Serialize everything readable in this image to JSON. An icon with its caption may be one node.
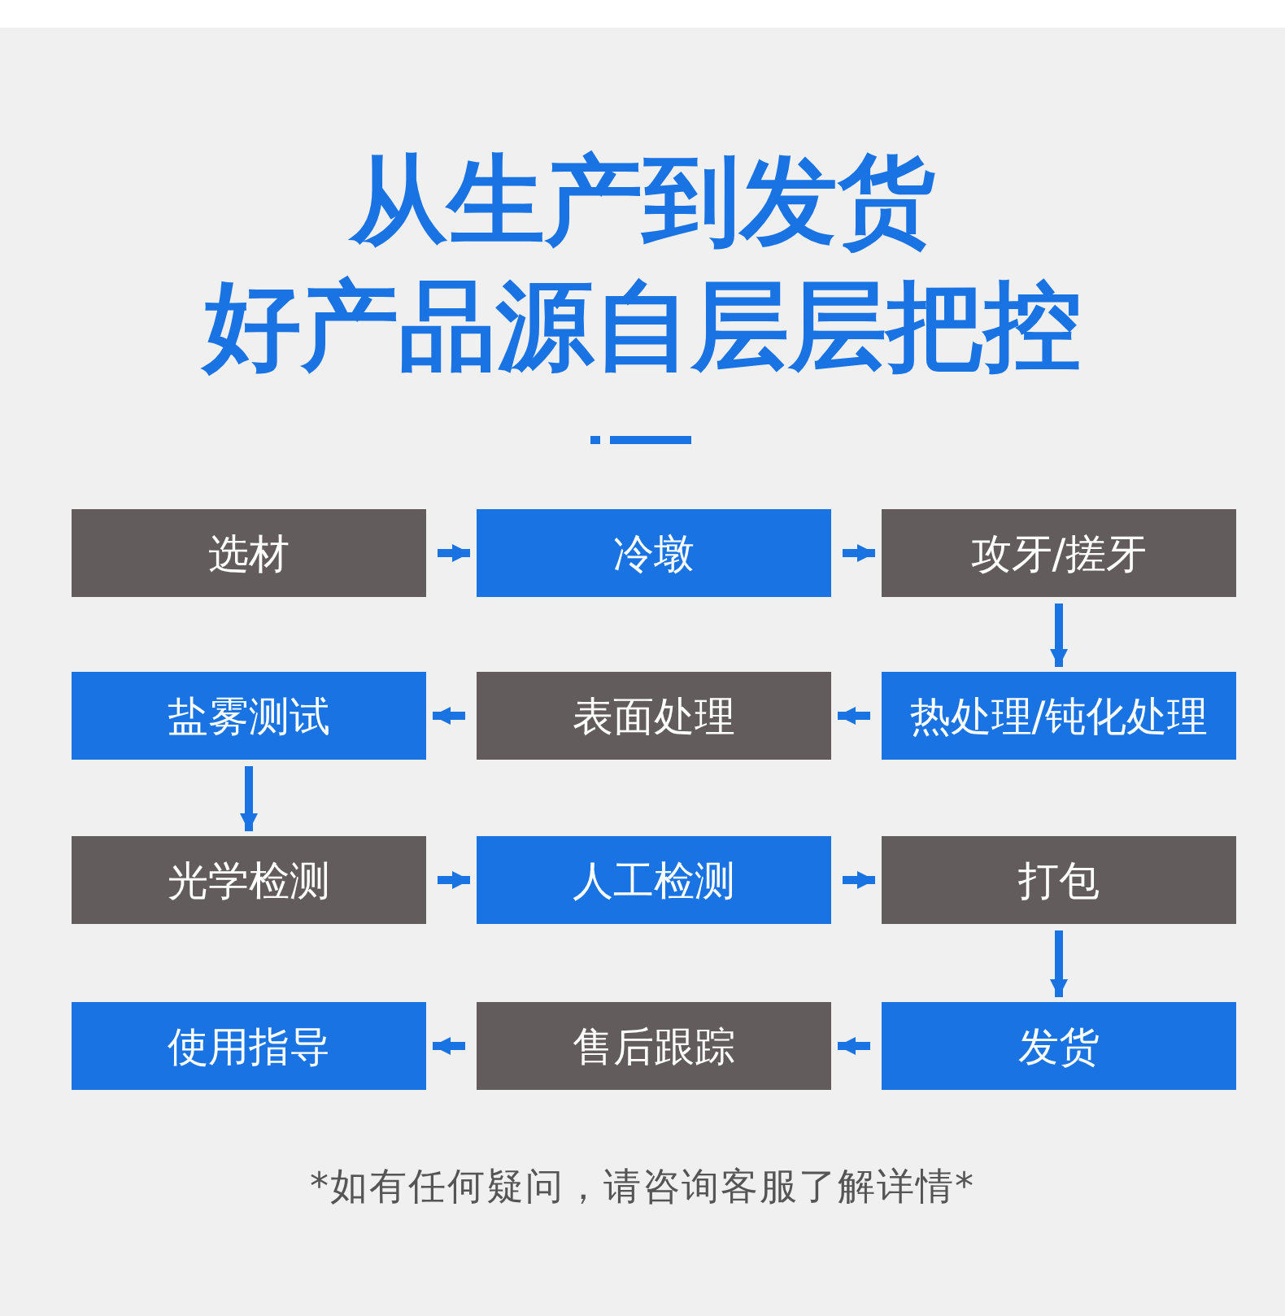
{
  "diagram": {
    "title": "从生产到发货",
    "nodes": [
      {
        "text": [
          "选材"
        ]
      },
      {
        "text": [
          "冷墩"
        ]
      },
      {
        "text": [
          "攻牙/搓牙"
        ]
      },
      {
        "text": [
          "盐雾测试"
        ]
      },
      {
        "text": [
          "表面处理"
        ]
      },
      {
        "text": [
          "热处理/钝化处理"
        ]
      },
      {
        "text": [
          "光学检测"
        ]
      },
      {
        "text": [
          "人工检测"
        ]
      },
      {
        "text": [
          "打包"
        ]
      },
      {
        "text": [
          "使用指导"
        ]
      },
      {
        "text": [
          "售后跟踪"
        ]
      },
      {
        "text": [
          "发货"
        ]
      }
    ],
    "edges": [
      {
        "from": 0,
        "to": 1,
        "arrow": "to"
      },
      {
        "from": 1,
        "to": 2,
        "arrow": "to"
      },
      {
        "from": 2,
        "to": 5,
        "arrow": "to"
      },
      {
        "from": 5,
        "to": 4,
        "arrow": "to"
      },
      {
        "from": 4,
        "to": 3,
        "arrow": "to"
      },
      {
        "from": 3,
        "to": 6,
        "arrow": "to"
      },
      {
        "from": 6,
        "to": 7,
        "arrow": "to"
      },
      {
        "from": 7,
        "to": 8,
        "arrow": "to"
      },
      {
        "from": 8,
        "to": 11,
        "arrow": "to"
      },
      {
        "from": 11,
        "to": 10,
        "arrow": "to"
      },
      {
        "from": 10,
        "to": 9,
        "arrow": "to"
      }
    ],
    "labels": [
      "好产品源自层层把控"
    ],
    "caption": "*如有任何疑问，请咨询客服了解详情*"
  }
}
